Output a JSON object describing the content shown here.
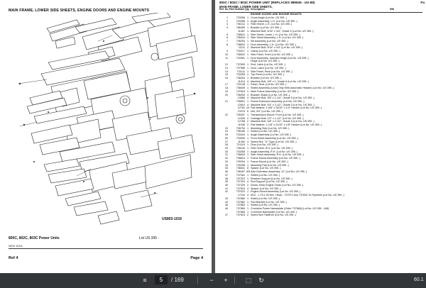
{
  "left_page": {
    "header": "MAIN FRAME, LOWER SIDE SHEETS, ENGINE DOORS AND ENGINE MOUNTS",
    "diagram_code": "US803-1016",
    "caption": "800C, 802C, 803C Power Units",
    "lot": "Lot US 395 -",
    "brand": "NEW IDEA",
    "footer_left": "Ref  4",
    "footer_right": "Page  4"
  },
  "right_page": {
    "header_line1": "800C / 802C / 803C POWER UNIT (REPLACES 989845 - US-89)",
    "header_page": "Pa",
    "header_ref": "998",
    "header_line2": "MAIN FRAME, LOWER SIDE SHEETS,",
    "col_ref": "Ref. No.",
    "col_part": "Part Number",
    "col_qty": "Qty",
    "col_desc": "Description",
    "section_title": "ENGINE DOORS AND ENGINE MOUNTS",
    "rows": [
      {
        "ref": "1",
        "part": "733356",
        "qty": "1",
        "desc": "Cross Angle (Lot No. US 395 -)"
      },
      {
        "ref": "2",
        "part": "733358",
        "qty": "1",
        "desc": "Angle Assembly, L.H. (Lot No. US 395 -)"
      },
      {
        "ref": "3",
        "part": "736131",
        "qty": "1",
        "desc": "Filler Sheet, L.H. (Lot No. US 395 -)"
      },
      {
        "ref": "4",
        "part": "766455",
        "qty": "1",
        "desc": "Bracket (Lot No. US 395 -)"
      },
      {
        "ref": "",
        "part": "11087",
        "qty": "1",
        "desc": "Machine Bolt, 5/16\" x 3/4\", Grade 5 (Lot No. US 395 -)"
      },
      {
        "ref": "5",
        "part": "736631",
        "qty": "1",
        "desc": "Side Sheet, Lower, L.H. (Lot No. US 395 -)"
      },
      {
        "ref": "6",
        "part": "736634",
        "qty": "1",
        "desc": "Side Sheet Assembly, L.H. (Lot No. US 395 -)"
      },
      {
        "ref": "7",
        "part": "736253",
        "qty": "1",
        "desc": "Sill Assembly (Lot No. US 395 -)"
      },
      {
        "ref": "8",
        "part": "738810",
        "qty": "1",
        "desc": "Door Assembly, L.H. (Lot No. US 395 -)"
      },
      {
        "ref": "",
        "part": "11111",
        "qty": "2",
        "desc": "Machine Bolt, 5/16\" x 3/4\" (Lot No. US 395 -)"
      },
      {
        "ref": "9",
        "part": "733317",
        "qty": "1",
        "desc": "Clamp (Lot No. US 395 -)"
      },
      {
        "ref": "10",
        "part": "736632",
        "qty": "1",
        "desc": "Side Panel, Front (Lot No. US 395 -)"
      },
      {
        "ref": "11",
        "part": "733381",
        "qty": "1",
        "desc": "Door Assembly, Includes Hinge (Lot No. US 395 -)"
      },
      {
        "ref": "",
        "part": "",
        "qty": "",
        "desc": "Hinge (Lot No. US 395 -)"
      },
      {
        "ref": "12",
        "part": "737893",
        "qty": "1",
        "desc": "Rod, Latch (Lot No. US 395 -)"
      },
      {
        "ref": "13",
        "part": "737985",
        "qty": "1",
        "desc": "Door, Latch (Lot No. US 395 -)"
      },
      {
        "ref": "14",
        "part": "731111",
        "qty": "1",
        "desc": "Side Panel, Rear (Lot No. US 395 -)"
      },
      {
        "ref": "15",
        "part": "733265",
        "qty": "1",
        "desc": "Top Panel (Lot No. US 395 -)"
      },
      {
        "ref": "16",
        "part": "736264",
        "qty": "1",
        "desc": "Bracket (Lot No. US 395 -)"
      },
      {
        "ref": "",
        "part": "11014",
        "qty": "4",
        "desc": "Machine Bolt, 3/8\" x 1, Grade 5 (Lot No. US 395 -)"
      },
      {
        "ref": "17",
        "part": "733148",
        "qty": "1",
        "desc": "Panel, Rear (Lot No. US 395 -)"
      },
      {
        "ref": "18",
        "part": "736639",
        "qty": "1",
        "desc": "Shield Assembly (Used Only With Automatic Header) (Lot No. US 395 -)"
      },
      {
        "ref": "19",
        "part": "737816",
        "qty": "1",
        "desc": "Main Frame Assembly (Lot No. US 395 -)"
      },
      {
        "ref": "20",
        "part": "738253",
        "qty": "1",
        "desc": "Bracket, Brake (Lot No. US 395 -)"
      },
      {
        "ref": "",
        "part": "12683",
        "qty": "4",
        "desc": "Machine Bolt, 3/8\" x 1-1/4\", Grade 5 (Lot No. US 395 -)"
      },
      {
        "ref": "21",
        "part": "735601",
        "qty": "1",
        "desc": "Frame Extension Assembly (Lot No. US 395 -)"
      },
      {
        "ref": "",
        "part": "12810",
        "qty": "4",
        "desc": "Machine Bolt, 3/4\" x 2-1/2\", Grade 5 (Lot No. US 395 -)"
      },
      {
        "ref": "",
        "part": "12781",
        "qty": "24",
        "desc": "Flat Washer, 1-5/8\" x 25/32\" x 1/4\" Harden (Lot No. US 395 -)"
      },
      {
        "ref": "",
        "part": "13475",
        "qty": "6",
        "desc": "Nut, 3/4\" (Lot No. US 395 -)"
      },
      {
        "ref": "22",
        "part": "735497",
        "qty": "1",
        "desc": "Transmission Mount, Front (Lot No. US 395 -)"
      },
      {
        "ref": "",
        "part": "12426",
        "qty": "2",
        "desc": "Carriage Bolt, 1/2\" x 1-1/2\" (Lot No. US 395 -)"
      },
      {
        "ref": "",
        "part": "12788",
        "qty": "2",
        "desc": "Machine Bolt, 3/8\" x 2-1/2\", Grade 5 (Lot No. US 395 -)"
      },
      {
        "ref": "",
        "part": "11538",
        "qty": "2",
        "desc": "Flat Washer, 1-1/8\" x 21/32\" x 1/8\" Harden (Lot No. US 395 -)"
      },
      {
        "ref": "23",
        "part": "735794",
        "qty": "1",
        "desc": "Moulding Strip (Lot No. US 395 -)"
      },
      {
        "ref": "24",
        "part": "736156",
        "qty": "1",
        "desc": "Shield (Lot No. US 395 -)"
      },
      {
        "ref": "25",
        "part": "733334",
        "qty": "1",
        "desc": "Angle Assembly (Lot No. US 395 -)"
      },
      {
        "ref": "26",
        "part": "733549",
        "qty": "1",
        "desc": "Front Sheet Assembly (Lot No. US 395 -)"
      },
      {
        "ref": "27",
        "part": "11452",
        "qty": "4",
        "desc": "Speed Nut, \"U\" Type (Lot No. US 395 -)"
      },
      {
        "ref": "28",
        "part": "731119",
        "qty": "1",
        "desc": "Door (Lot No. US 395 -)"
      },
      {
        "ref": "29",
        "part": "736130",
        "qty": "1",
        "desc": "Filler Sheet, R.H. (Lot No. US 395 -)"
      },
      {
        "ref": "30",
        "part": "733355",
        "qty": "1",
        "desc": "Angle Assembly, R.H. (Lot No. US 395 -)"
      },
      {
        "ref": "31",
        "part": "736633",
        "qty": "1",
        "desc": "Side Sheet Assembly, R.H. (Lot No. US 395 -)"
      },
      {
        "ref": "32",
        "part": "738810",
        "qty": "1",
        "desc": "Frame Mount Assembly (Lot No. US 395 -)"
      },
      {
        "ref": "33",
        "part": "739254",
        "qty": "1",
        "desc": "Frame Mount (Lot No. US 395 -)"
      },
      {
        "ref": "34",
        "part": "739256",
        "qty": "1",
        "desc": "Mounting Pad (Lot No. US 395 -)"
      },
      {
        "ref": "35",
        "part": "736641",
        "qty": "8",
        "desc": "Spacer (Lot No. US 395 -)"
      },
      {
        "ref": "36",
        "part": "736287",
        "qty": "AR",
        "desc": "Axle Extension Assembly, 12\" (Lot No. US 395 -)"
      },
      {
        "ref": "37",
        "part": "737081",
        "qty": "1",
        "desc": "Shield (Lot No. US 395 -)"
      },
      {
        "ref": "38",
        "part": "737322",
        "qty": "1",
        "desc": "Retainer Support (Lot No. US 395 -)"
      },
      {
        "ref": "39",
        "part": "737324",
        "qty": "4",
        "desc": "Rod Support (Lot No. US 395 -)"
      },
      {
        "ref": "40",
        "part": "737326",
        "qty": "2",
        "desc": "Decal, Keep Engine Clean (Lot No. US 395 -)"
      },
      {
        "ref": "41",
        "part": "737624",
        "qty": "4",
        "desc": "Spacer (Lot No. US 395 -)"
      },
      {
        "ref": "42",
        "part": "737623",
        "qty": "1",
        "desc": "Engine Mount Assembly (Lot No. US 395 -)"
      },
      {
        "ref": "",
        "part": "17244",
        "qty": "4",
        "desc": "M12 - 1.75 x 35 Hex. Head - 737571 And 737810 To Flywheel (Lot No. US 395 -)"
      },
      {
        "ref": "43",
        "part": "737880",
        "qty": "1",
        "desc": "Shield (Lot No. US 395 -)"
      },
      {
        "ref": "44",
        "part": "737882",
        "qty": "1",
        "desc": "Pad Bracket (Lot No. US 395 -)"
      },
      {
        "ref": "45",
        "part": "737883",
        "qty": "1",
        "desc": "Shield (Lot No. US 395 -)"
      },
      {
        "ref": "46",
        "part": "737665",
        "qty": "1",
        "desc": "Cummins Power Nameplate (Order 737666) (Lot No. US 395 - 448)"
      },
      {
        "ref": "",
        "part": "737666",
        "qty": "1",
        "desc": "Cummins Nameplate (Lot No. US 449 -)"
      },
      {
        "ref": "47",
        "part": "737624",
        "qty": "2",
        "desc": "Speed Nut Fastener (Lot No. US 395 -)"
      }
    ]
  },
  "toolbar": {
    "current_page": "5",
    "page_of": "/ 169",
    "zoom": "60.1",
    "icons": [
      "fit-page-icon",
      "rotate-icon",
      "download-icon",
      "print-icon",
      "more-icon"
    ]
  }
}
